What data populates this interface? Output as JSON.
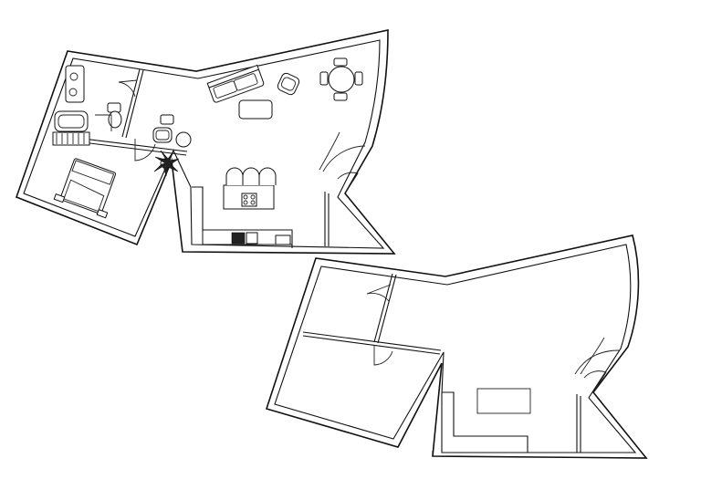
{
  "image": {
    "background": "#ffffff",
    "line_color": "#111111"
  },
  "plans": [
    {
      "id": "furnished",
      "rooms": [
        "bathroom",
        "bedroom",
        "living-dining",
        "kitchen"
      ],
      "icons": [
        "sofa-icon",
        "armchair-icon",
        "coffee-table-icon",
        "dining-set-icon",
        "kitchen-island-icon",
        "stool-icon",
        "bathtub-icon",
        "toilet-icon",
        "washbasin-icon",
        "bed-icon",
        "plant-icon",
        "kitchen-sink-icon"
      ]
    },
    {
      "id": "empty",
      "rooms": [
        "bathroom",
        "bedroom",
        "living-dining",
        "kitchen"
      ],
      "icons": [
        "kitchen-island-outline"
      ]
    }
  ]
}
